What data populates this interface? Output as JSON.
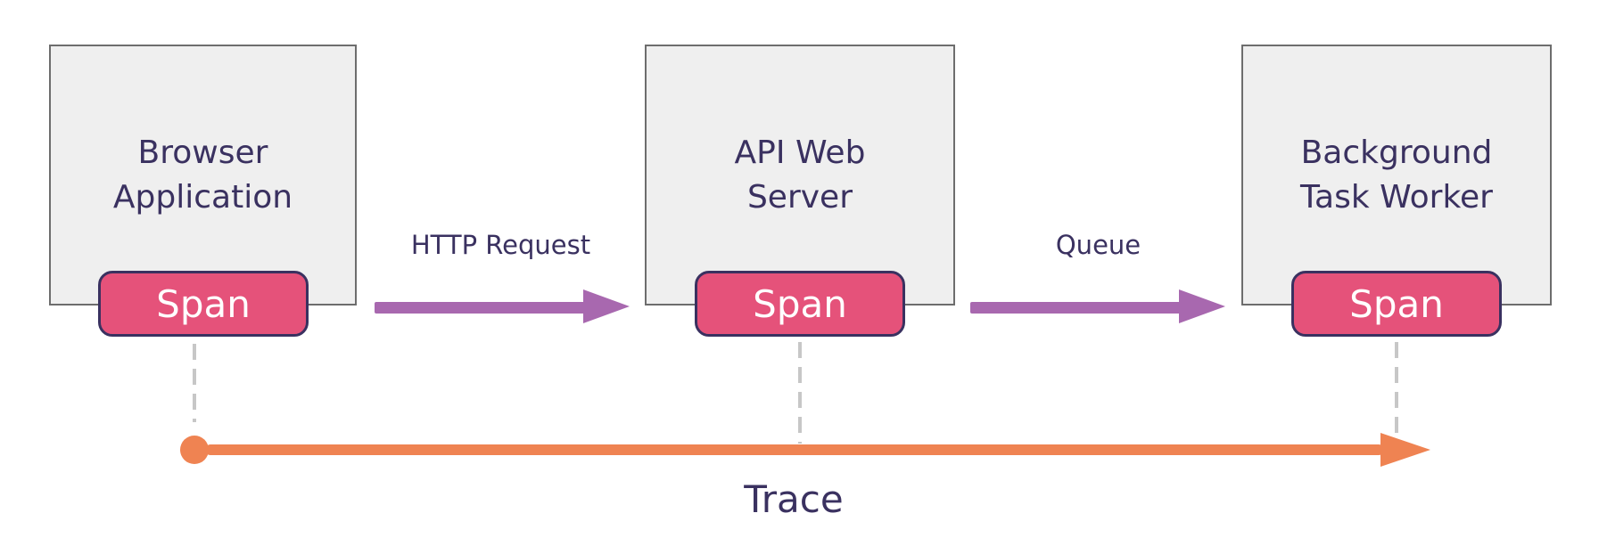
{
  "diagram": {
    "nodes": [
      {
        "line1": "Browser",
        "line2": "Application",
        "span_label": "Span"
      },
      {
        "line1": "API Web",
        "line2": "Server",
        "span_label": "Span"
      },
      {
        "line1": "Background",
        "line2": "Task Worker",
        "span_label": "Span"
      }
    ],
    "arrows": [
      {
        "label": "HTTP Request"
      },
      {
        "label": "Queue"
      }
    ],
    "trace": {
      "label": "Trace"
    }
  },
  "colors": {
    "bg": "#ffffff",
    "box_fill": "#efefef",
    "box_border": "#6d6d6d",
    "ink": "#3a3160",
    "pill_fill": "#e5527a",
    "pill_border": "#3a3160",
    "purple": "#a868af",
    "orange": "#ef8352",
    "dash": "#c7c7c7"
  }
}
